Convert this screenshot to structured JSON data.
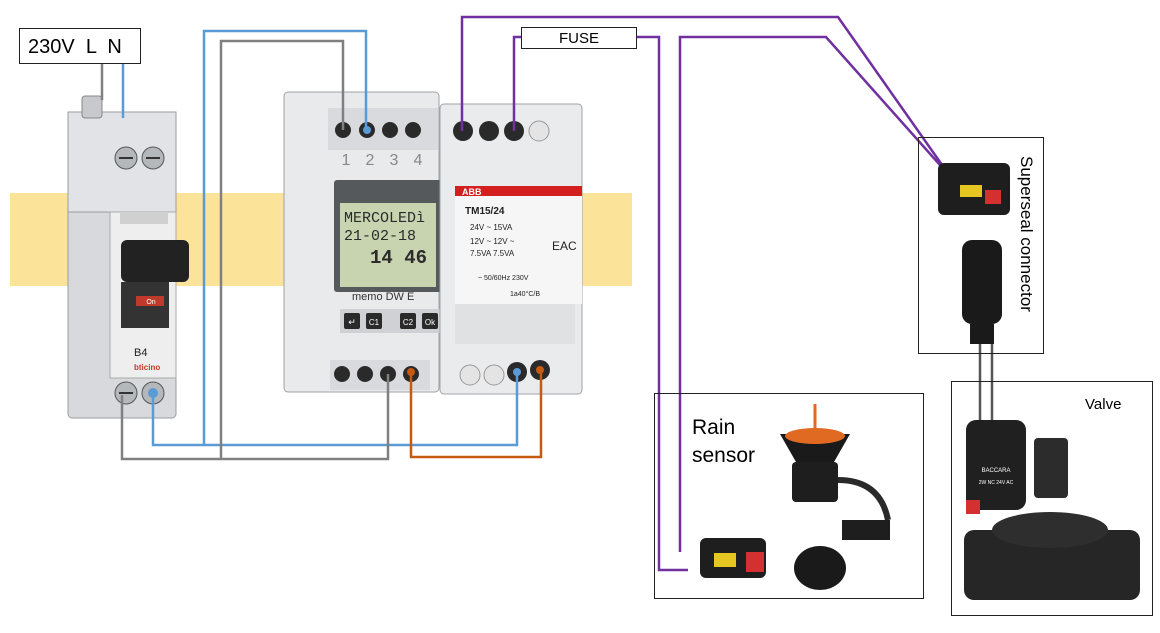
{
  "supply_label": "230V  L  N",
  "fuse_label": "FUSE",
  "rain_sensor_label": [
    "Rain",
    "sensor"
  ],
  "superseal_label": "Superseal connector",
  "valve_label": "Valve",
  "timer": {
    "model": "memo DW E",
    "lcd_day": "MERCOLEDì",
    "lcd_date": "21-02-18",
    "lcd_time": "14 46",
    "terminals_top": [
      "1",
      "2",
      "3",
      "4"
    ],
    "buttons": [
      "↵",
      "C1",
      "C2",
      "Ok"
    ]
  },
  "transformer": {
    "brand": "ABB",
    "model": "TM15/24",
    "line1": "24V ~  15VA",
    "line2": "12V ~   12V ~",
    "line3": "7.5VA   7.5VA",
    "line4": "~ 50/60Hz 230V",
    "line5": "1a40°C/B",
    "mark": "EAC"
  },
  "breaker": {
    "rating": "B4",
    "brand": "bticino",
    "switch_text": "On"
  },
  "valve_body": {
    "brand": "BACCARA",
    "spec": "2W NC 24V AC"
  },
  "colors": {
    "band": "#FCE39A",
    "live_blue": "#5B9BD5",
    "neutral_gray": "#808080",
    "purple": "#7030A0",
    "brown": "#C55A11"
  }
}
